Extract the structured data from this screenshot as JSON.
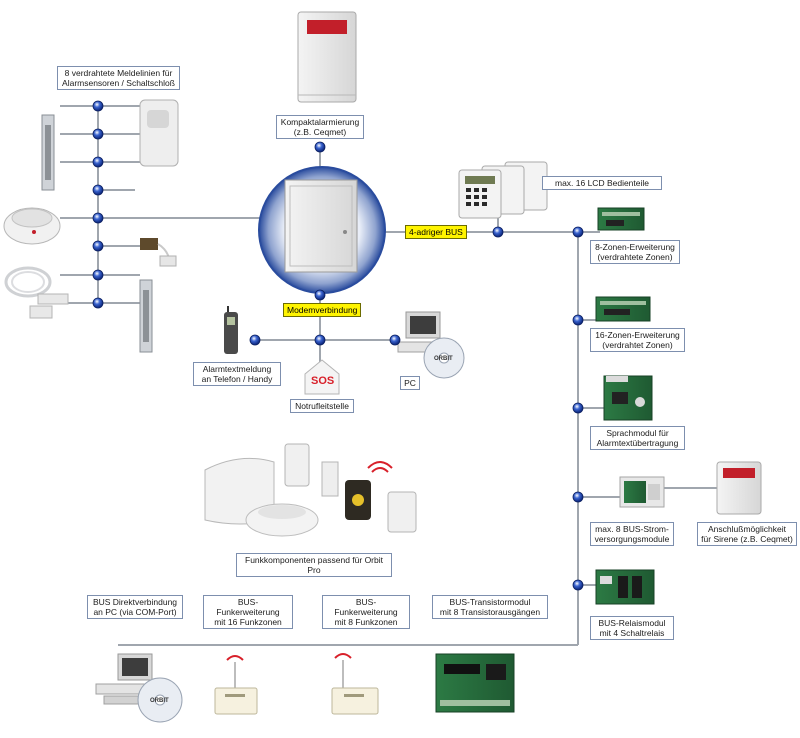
{
  "labels": {
    "kompakt": "Kompaktalarmierung\n(z.B. Ceqmet)",
    "meldelinien": "8 verdrahtete Meldelinien für\nAlarmsensoren / Schaltschloß",
    "lcd": "max. 16 LCD Bedienteile",
    "bus4": "4-adriger BUS",
    "modem": "Modemverbindung",
    "alarmtext": "Alarmtextmeldung\nan Telefon / Handy",
    "notruf": "Notrufleitstelle",
    "pc": "PC",
    "sos": "SOS",
    "zone8": "8-Zonen-Erweiterung\n(verdrahtete Zonen)",
    "zone16": "16-Zonen-Erweiterung\n(verdrahtet Zonen)",
    "sprach": "Sprachmodul für\nAlarmtextübertragung",
    "strom": "max. 8 BUS-Strom-\nversorgungsmodule",
    "sirene": "Anschlußmöglichkeit\nfür Sirene (z.B. Ceqmet)",
    "relais": "BUS-Relaismodul\nmit 4 Schaltrelais",
    "funk_komp": "Funkkomponenten passend für Orbit Pro",
    "bus_direkt": "BUS Direktverbindung\nan PC (via COM-Port)",
    "funk16": "BUS-Funkerweiterung\nmit 16 Funkzonen",
    "funk8": "BUS-Funkerweiterung\nmit 8 Funkzonen",
    "transistor": "BUS-Transistormodul\nmit 8 Transistorausgängen",
    "cd_brand": "ORBIT"
  },
  "colors": {
    "line": "#a0a6ae",
    "node": "#1a3fa8",
    "highlight": "#fff400",
    "board": "#2f6d3a",
    "sos": "#d8202a"
  }
}
